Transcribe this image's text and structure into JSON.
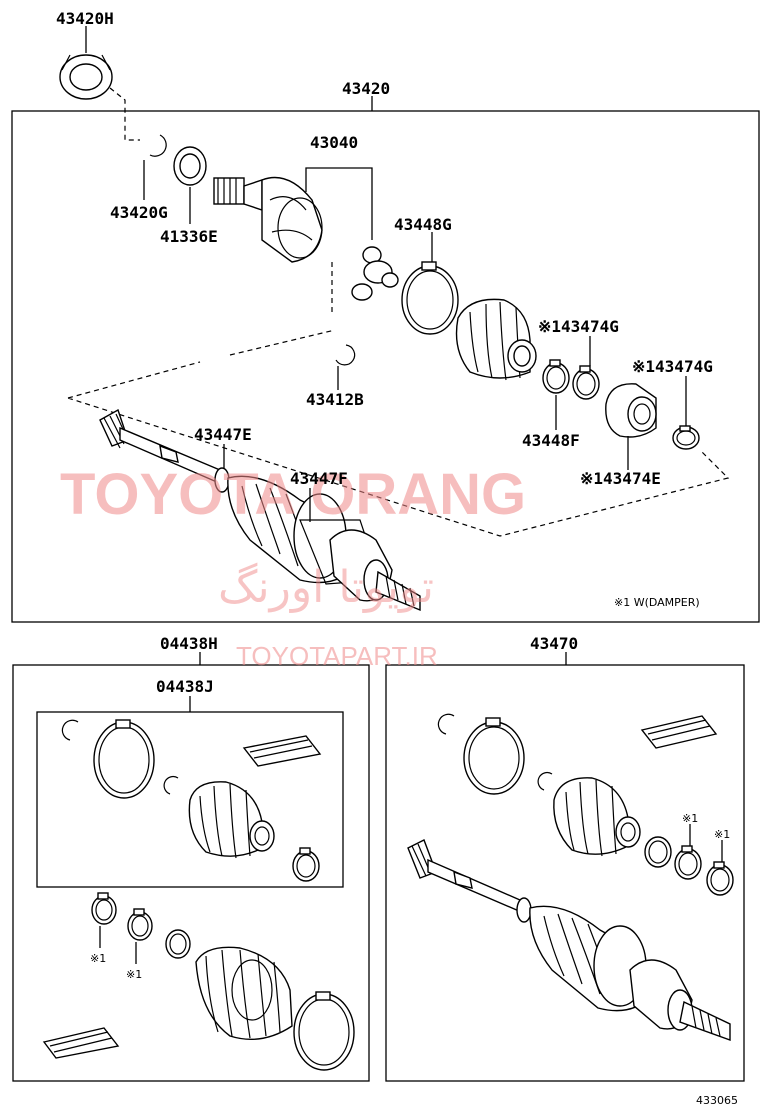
{
  "labels": {
    "p43420H": "43420H",
    "p43420": "43420",
    "p43040": "43040",
    "p43420G": "43420G",
    "p41336E": "41336E",
    "p43448G": "43448G",
    "p43474G_a": "※143474G",
    "p43474G_b": "※143474G",
    "p43412B": "43412B",
    "p43448F": "43448F",
    "p43447E": "43447E",
    "p43447F": "43447F",
    "p43474E": "※143474E",
    "damper_note": "※1 W(DAMPER)",
    "p04438H": "04438H",
    "p04438J": "04438J",
    "p43470": "43470",
    "mark1_a": "※1",
    "mark1_b": "※1",
    "mark1_c": "※1",
    "mark1_d": "※1",
    "diagram_no": "433065"
  },
  "watermark": {
    "brand": "TOYOTA ORANG",
    "persian": "تویوتا اورنگ",
    "site": "TOYOTAPART.IR",
    "color": "#f08a8a"
  }
}
